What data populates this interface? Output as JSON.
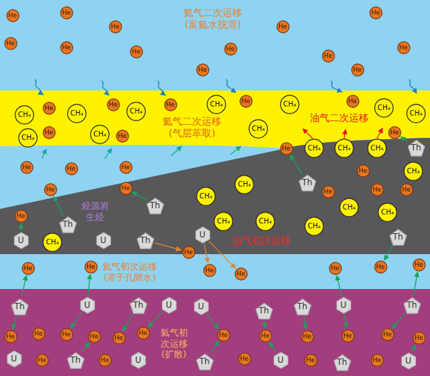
{
  "diagram": {
    "nodes": [
      {
        "text": [
          "He"
        ]
      },
      {
        "text": [
          "He"
        ]
      },
      {
        "text": [
          "He"
        ]
      },
      {
        "text": [
          "He"
        ]
      },
      {
        "text": [
          "He"
        ]
      },
      {
        "text": [
          "He"
        ]
      },
      {
        "text": [
          "He"
        ]
      },
      {
        "text": [
          "He"
        ]
      },
      {
        "text": [
          "He"
        ]
      },
      {
        "text": [
          "He"
        ]
      },
      {
        "text": [
          "He"
        ]
      },
      {
        "text": [
          "He"
        ]
      },
      {
        "text": [
          "He"
        ]
      },
      {
        "text": [
          "He"
        ]
      },
      {
        "text": [
          "CH₄"
        ]
      },
      {
        "text": [
          "He"
        ]
      },
      {
        "text": [
          "He"
        ]
      },
      {
        "text": [
          "CH₄"
        ]
      },
      {
        "text": [
          "He"
        ]
      },
      {
        "text": [
          "CH₄"
        ]
      },
      {
        "text": [
          "He"
        ]
      },
      {
        "text": [
          "CH₄"
        ]
      },
      {
        "text": [
          "CH₄"
        ]
      },
      {
        "text": [
          "CH₄"
        ]
      },
      {
        "text": [
          "CH₄"
        ]
      },
      {
        "text": [
          "CH₄"
        ]
      },
      {
        "text": [
          "He"
        ]
      },
      {
        "text": [
          "He"
        ]
      },
      {
        "text": [
          "CH₄"
        ]
      },
      {
        "text": [
          "CH₄"
        ]
      },
      {
        "text": [
          "He"
        ]
      },
      {
        "text": [
          "Th"
        ]
      },
      {
        "text": [
          "He"
        ]
      },
      {
        "text": [
          "CH₄"
        ]
      },
      {
        "text": [
          "CH₄"
        ]
      },
      {
        "text": [
          "CH₄"
        ]
      },
      {
        "text": [
          "He"
        ]
      },
      {
        "text": [
          "He"
        ]
      },
      {
        "text": [
          "He"
        ]
      },
      {
        "text": [
          "CH₄"
        ]
      },
      {
        "text": [
          "He"
        ]
      },
      {
        "text": [
          "Th"
        ]
      },
      {
        "text": [
          "CH₄"
        ]
      },
      {
        "text": [
          "He"
        ]
      },
      {
        "text": [
          "He"
        ]
      },
      {
        "text": [
          "He"
        ]
      },
      {
        "text": [
          "He"
        ]
      },
      {
        "text": [
          "He"
        ]
      },
      {
        "text": [
          "CH₄"
        ]
      },
      {
        "text": [
          "Th"
        ]
      },
      {
        "text": [
          "CH₄"
        ]
      },
      {
        "text": [
          "CH₄"
        ]
      },
      {
        "text": [
          "He"
        ]
      },
      {
        "text": [
          "CH₄"
        ]
      },
      {
        "text": [
          "CH₄"
        ]
      },
      {
        "text": [
          "Th"
        ]
      },
      {
        "text": [
          "CH₄"
        ]
      },
      {
        "text": [
          "U"
        ]
      },
      {
        "text": [
          "Th"
        ]
      },
      {
        "text": [
          "U"
        ]
      },
      {
        "text": [
          "U"
        ]
      },
      {
        "text": [
          "Th"
        ]
      },
      {
        "text": [
          "CH₄"
        ]
      },
      {
        "text": [
          "He"
        ]
      },
      {
        "text": [
          "He"
        ]
      },
      {
        "text": [
          "He"
        ]
      },
      {
        "text": [
          "He"
        ]
      },
      {
        "text": [
          "He"
        ]
      },
      {
        "text": [
          "He"
        ]
      },
      {
        "text": [
          "He"
        ]
      },
      {
        "text": [
          "He"
        ]
      },
      {
        "text": [
          "Th"
        ]
      },
      {
        "text": [
          "U"
        ]
      },
      {
        "text": [
          "Th"
        ]
      },
      {
        "text": [
          "U"
        ]
      },
      {
        "text": [
          "U"
        ]
      },
      {
        "text": [
          "Th"
        ]
      },
      {
        "text": [
          "Th"
        ]
      },
      {
        "text": [
          "U"
        ]
      },
      {
        "text": [
          "Th"
        ]
      },
      {
        "text": [
          "He"
        ]
      },
      {
        "text": [
          "He"
        ]
      },
      {
        "text": [
          "He"
        ]
      },
      {
        "text": [
          "He"
        ]
      },
      {
        "text": [
          "He"
        ]
      },
      {
        "text": [
          "He"
        ]
      },
      {
        "text": [
          "He"
        ]
      },
      {
        "text": [
          "He"
        ]
      },
      {
        "text": [
          "He"
        ]
      },
      {
        "text": [
          "He"
        ]
      },
      {
        "text": [
          "He"
        ]
      },
      {
        "text": [
          "He"
        ]
      },
      {
        "text": [
          "U"
        ]
      },
      {
        "text": [
          "He"
        ]
      },
      {
        "text": [
          "Th"
        ]
      },
      {
        "text": [
          "He"
        ]
      },
      {
        "text": [
          "U"
        ]
      },
      {
        "text": [
          "Th"
        ]
      },
      {
        "text": [
          "He"
        ]
      },
      {
        "text": [
          "U"
        ]
      },
      {
        "text": [
          "He"
        ]
      },
      {
        "text": [
          "Th"
        ]
      },
      {
        "text": [
          "He"
        ]
      },
      {
        "text": [
          "U"
        ]
      }
    ],
    "edges": [
      {
        "from": 71,
        "to": 67,
        "arrow": "to"
      },
      {
        "from": 71,
        "to": 80,
        "arrow": "to"
      },
      {
        "from": 72,
        "to": 65,
        "arrow": "to"
      },
      {
        "from": 72,
        "to": 82,
        "arrow": "to"
      },
      {
        "from": 73,
        "to": 84,
        "arrow": "to"
      },
      {
        "from": 74,
        "to": 85,
        "arrow": "to"
      },
      {
        "from": 75,
        "to": 86,
        "arrow": "to"
      },
      {
        "from": 76,
        "to": 87,
        "arrow": "to"
      },
      {
        "from": 77,
        "to": 88,
        "arrow": "to"
      },
      {
        "from": 78,
        "to": 68,
        "arrow": "to"
      },
      {
        "from": 78,
        "to": 89,
        "arrow": "to"
      },
      {
        "from": 79,
        "to": 64,
        "arrow": "to"
      },
      {
        "from": 79,
        "to": 90,
        "arrow": "to"
      },
      {
        "from": 94,
        "to": 83,
        "arrow": "to"
      },
      {
        "from": 97,
        "to": 86,
        "arrow": "to"
      },
      {
        "from": 99,
        "to": 87,
        "arrow": "to"
      },
      {
        "from": 103,
        "to": 91,
        "arrow": "to"
      },
      {
        "from": 59,
        "to": 52,
        "arrow": "to"
      },
      {
        "from": 55,
        "to": 43,
        "arrow": "to"
      },
      {
        "from": 49,
        "to": 44,
        "arrow": "to"
      },
      {
        "from": 41,
        "to": 32,
        "arrow": "to"
      },
      {
        "from": 31,
        "to": 27,
        "arrow": "to"
      },
      {
        "from": 58,
        "to": 66,
        "arrow": "to"
      },
      {
        "from": 57,
        "to": 69,
        "arrow": "to"
      },
      {
        "from": 57,
        "to": 70,
        "arrow": "to"
      },
      {
        "from": 61,
        "to": 63,
        "arrow": "to"
      }
    ],
    "labels": [
      "氦气二次运移 (富氦水脱溶)",
      "氦气二次运移 (气层萃取)",
      "油气二次运移",
      "烃源岩 生烃",
      "油气初次运移",
      "氦气初次运移 (溶于孔隙水)",
      "氦气初 次运移 (扩散)"
    ]
  }
}
